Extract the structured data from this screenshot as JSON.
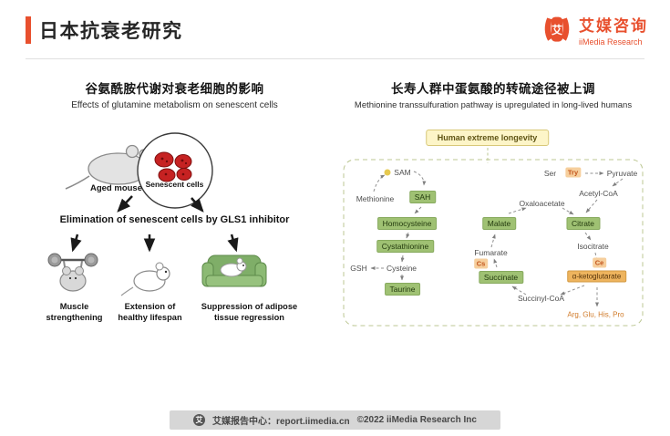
{
  "header": {
    "title": "日本抗衰老研究",
    "logo": {
      "glyph": "艾",
      "name_cn": "艾媒咨询",
      "name_en": "iiMedia Research"
    }
  },
  "left_panel": {
    "title_cn": "谷氨酰胺代谢对衰老细胞的影响",
    "title_en": "Effects of glutamine metabolism on senescent cells",
    "aged_mouse_label": "Aged mouse",
    "senescent_cells_label": "Senescent cells",
    "elimination_text": "Elimination of senescent cells by GLS1 inhibitor",
    "outcomes": [
      {
        "line1": "Muscle",
        "line2": "strengthening"
      },
      {
        "line1": "Extension of",
        "line2": "healthy lifespan"
      },
      {
        "line1": "Suppression of adipose",
        "line2": "tissue regression"
      }
    ]
  },
  "right_panel": {
    "title_cn": "长寿人群中蛋氨酸的转硫途径被上调",
    "title_en": "Methionine transsulfuration pathway is upregulated in long-lived humans",
    "banner": "Human extreme longevity",
    "nodes": {
      "sam": "SAM",
      "methionine": "Methionine",
      "sah": "SAH",
      "homocysteine": "Homocysteine",
      "cystathionine": "Cystathionine",
      "gsh": "GSH",
      "cysteine": "Cysteine",
      "taurine": "Taurine",
      "ser": "Ser",
      "tryp": "Try",
      "pyruvate": "Pyruvate",
      "acetyl_coa": "Acetyl-CoA",
      "oxaloacetate": "Oxaloacetate",
      "malate": "Malate",
      "citrate": "Citrate",
      "fumarate": "Fumarate",
      "isocitrate": "Isocitrate",
      "cs": "Cs",
      "ce": "Ce",
      "succinate": "Succinate",
      "alpha_kg": "α-ketoglutarate",
      "succinyl_coa": "Succinyl-CoA",
      "amino_acids": "Arg, Glu, His, Pro"
    }
  },
  "footer": {
    "logo_glyph": "艾",
    "center_label": "艾媒报告中心：report.iimedia.cn",
    "copyright": "©2022  iiMedia Research  Inc"
  },
  "colors": {
    "accent": "#e8502e",
    "green_node": "#9fc173",
    "orange_node": "#eeb45e",
    "banner_bg": "#fdf5c8",
    "footer_bg": "#d6d6d6",
    "cell_red": "#c62222"
  }
}
